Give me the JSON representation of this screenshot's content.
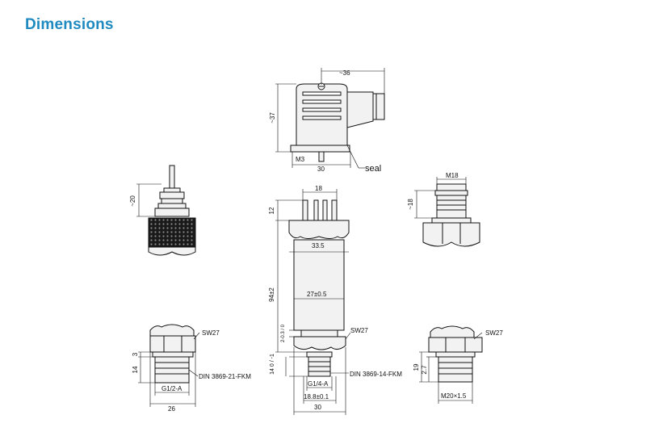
{
  "title": "Dimensions",
  "colors": {
    "title": "#1f8ac0",
    "line": "#111111",
    "fill": "#f2f2f2",
    "knurl": "#1a1a1a"
  },
  "connector": {
    "width": "~36",
    "height": "~37",
    "screw": "M3",
    "base": "30",
    "seal": "seal"
  },
  "cable_gland": {
    "height": "~20"
  },
  "m18_connector": {
    "thread": "M18",
    "height": "~18"
  },
  "body": {
    "top_width": "18",
    "top_height": "12",
    "hex_width": "33.5",
    "length": "94±2",
    "tube_dia": "27±0.5",
    "neck": "2-0.3 / 0",
    "thread_len": "14 0 / -1",
    "wrench": "SW27",
    "thread": "G1/4-A",
    "seal_dia": "18.8±0.1",
    "width": "30",
    "seal_std": "DIN 3869-14-FKM"
  },
  "left_fitting": {
    "wrench": "SW27",
    "dim_a": "3",
    "dim_b": "14",
    "thread": "G1/2-A",
    "width": "26",
    "seal_std": "DIN 3869-21-FKM"
  },
  "right_fitting": {
    "wrench": "SW27",
    "dim_a": "19",
    "dim_b": "2.7",
    "thread": "M20×1.5"
  }
}
